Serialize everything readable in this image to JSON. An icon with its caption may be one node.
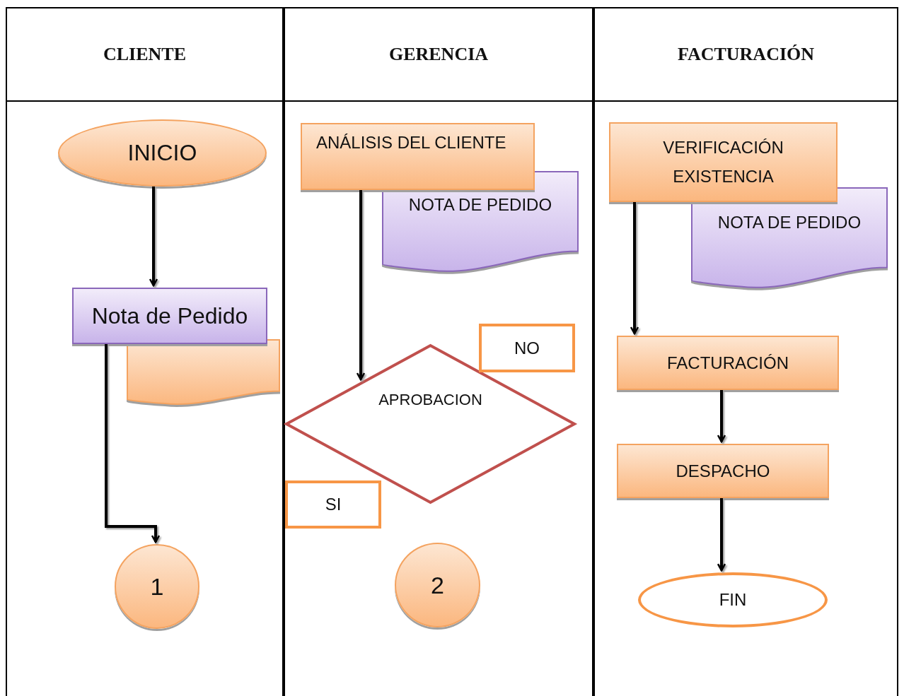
{
  "diagram": {
    "nodes": [
      {
        "text": [
          "CLIENTE"
        ]
      },
      {
        "text": [
          "GERENCIA"
        ]
      },
      {
        "text": [
          "FACTURACIÓN"
        ]
      },
      {
        "text": [
          "INICIO"
        ],
        "in": 0
      },
      {
        "text": [
          "Nota de Pedido"
        ],
        "in": 0
      },
      {
        "text": [],
        "shape": "document",
        "in": 0
      },
      {
        "text": [
          "1"
        ],
        "in": 0
      },
      {
        "text": [
          "ANÁLISIS DEL CLIENTE"
        ],
        "in": 1
      },
      {
        "text": [
          "NOTA DE PEDIDO"
        ],
        "in": 1
      },
      {
        "text": [
          "APROBACION"
        ],
        "in": 1
      },
      {
        "text": [
          "NO"
        ],
        "in": 1
      },
      {
        "text": [
          "SI"
        ],
        "in": 1
      },
      {
        "text": [
          "2"
        ],
        "in": 1
      },
      {
        "text": [
          "VERIFICACIÓN EXISTENCIA"
        ],
        "in": 2
      },
      {
        "text": [
          "NOTA DE PEDIDO"
        ],
        "in": 2
      },
      {
        "text": [
          "FACTURACIÓN"
        ],
        "in": 2
      },
      {
        "text": [
          "DESPACHO"
        ],
        "in": 2
      },
      {
        "text": [
          "FIN"
        ],
        "in": 2
      }
    ],
    "edges": [
      {
        "from": 3,
        "to": 4,
        "arrow": "to"
      },
      {
        "from": 4,
        "to": 6,
        "arrow": "to"
      },
      {
        "from": 7,
        "to": 9,
        "arrow": "to"
      },
      {
        "from": 13,
        "to": 15,
        "arrow": "to"
      },
      {
        "from": 15,
        "to": 16,
        "arrow": "to"
      },
      {
        "from": 16,
        "to": 17,
        "arrow": "to"
      }
    ]
  }
}
